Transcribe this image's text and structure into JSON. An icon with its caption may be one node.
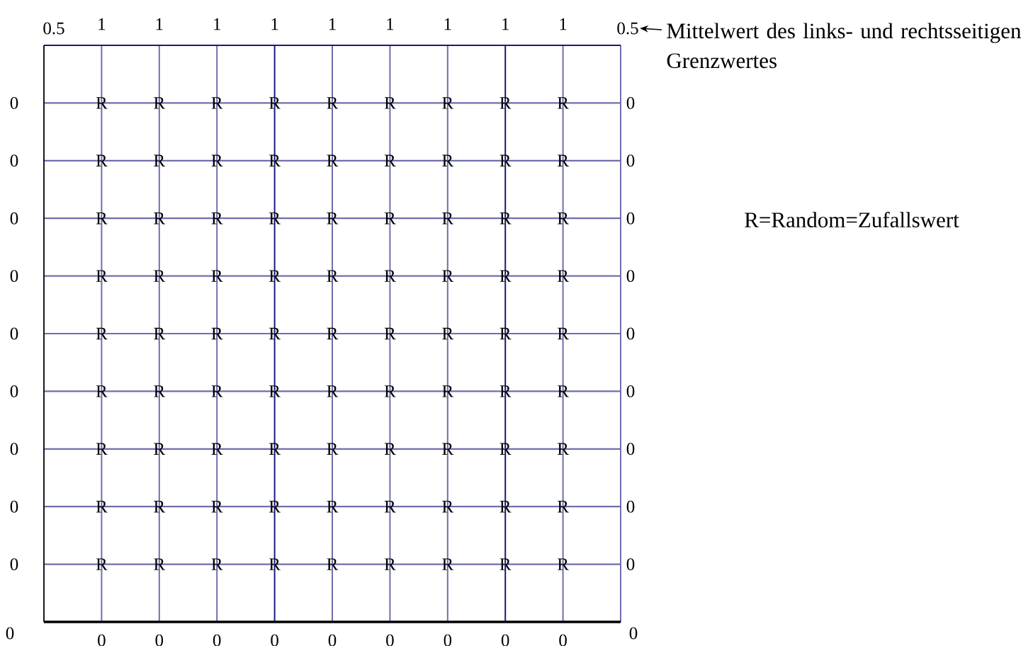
{
  "diagram": {
    "nodes": [
      {
        "text": [
          "Mittelwert des links- und rechtsseitigen Grenzwertes"
        ]
      },
      {
        "text": [
          "0.5"
        ]
      }
    ],
    "edges": [
      {
        "from": 0,
        "to": 1,
        "arrow": "to"
      }
    ],
    "labels": [
      "0.5",
      "1",
      "1",
      "1",
      "1",
      "1",
      "1",
      "1",
      "1",
      "1",
      "0",
      "R",
      "R",
      "R",
      "R",
      "R",
      "R",
      "R",
      "R",
      "R",
      "0",
      "0",
      "R",
      "R",
      "R",
      "R",
      "R",
      "R",
      "R",
      "R",
      "R",
      "0",
      "0",
      "R",
      "R",
      "R",
      "R",
      "R",
      "R",
      "R",
      "R",
      "R",
      "0",
      "0",
      "R",
      "R",
      "R",
      "R",
      "R",
      "R",
      "R",
      "R",
      "R",
      "0",
      "0",
      "R",
      "R",
      "R",
      "R",
      "R",
      "R",
      "R",
      "R",
      "R",
      "0",
      "0",
      "R",
      "R",
      "R",
      "R",
      "R",
      "R",
      "R",
      "R",
      "R",
      "0",
      "0",
      "R",
      "R",
      "R",
      "R",
      "R",
      "R",
      "R",
      "R",
      "R",
      "0",
      "0",
      "R",
      "R",
      "R",
      "R",
      "R",
      "R",
      "R",
      "R",
      "R",
      "0",
      "0",
      "R",
      "R",
      "R",
      "R",
      "R",
      "R",
      "R",
      "R",
      "R",
      "0",
      "0",
      "0",
      "0",
      "0",
      "0",
      "0",
      "0",
      "0",
      "0",
      "0",
      "0",
      "R=Random=Zufallswert"
    ]
  }
}
